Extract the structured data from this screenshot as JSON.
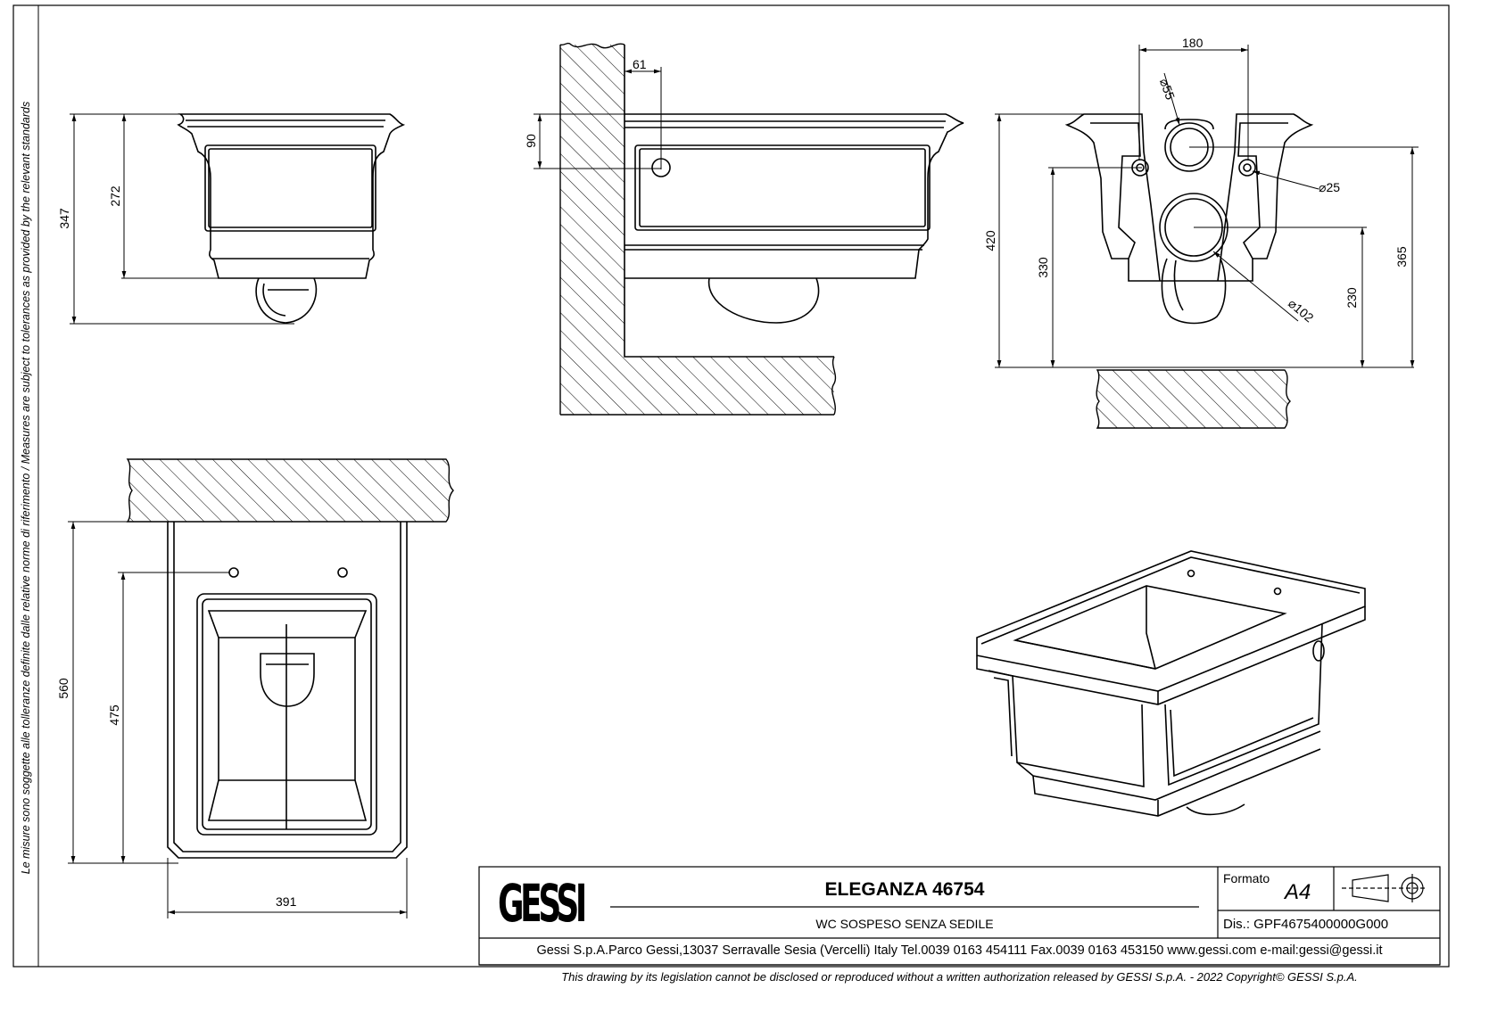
{
  "side_note": "Le misure sono soggette alle tolleranze definite dalle relative norme di riferimento / Measures are subject to tolerances as provided by the relevant standards",
  "dims": {
    "front_total_height": "347",
    "front_rim_height": "272",
    "side_wall_offset": "61",
    "side_hole_height": "90",
    "rear_width": "180",
    "rear_dia_top": "55",
    "rear_dia_bolt": "25",
    "rear_dia_outlet": "102",
    "rear_total_height": "420",
    "rear_bolt_height": "330",
    "rear_outlet_height": "230",
    "rear_inlet_height": "365",
    "plan_length": "560",
    "plan_hole_distance": "475",
    "plan_width": "391"
  },
  "title_block": {
    "logo_text": "GESSI",
    "product_name": "ELEGANZA 46754",
    "product_description": "WC SOSPESO SENZA SEDILE",
    "format_label": "Formato",
    "format_value": "A4",
    "drawing_number": "Dis.: GPF4675400000G000",
    "company_line": "Gessi S.p.A.Parco Gessi,13037 Serravalle Sesia (Vercelli) Italy Tel.0039 0163 454111 Fax.0039 0163 453150 www.gessi.com e-mail:gessi@gessi.it",
    "copyright_line": "This drawing by its legislation cannot be disclosed or reproduced without a written authorization released by GESSI S.p.A. - 2022 Copyright© GESSI S.p.A."
  }
}
